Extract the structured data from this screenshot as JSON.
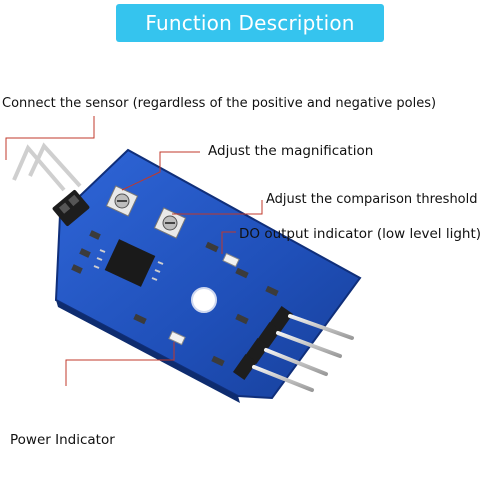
{
  "title": "Function Description",
  "labels": {
    "connect_sensor": "Connect the sensor (regardless of the positive and negative poles)",
    "adjust_magnification": "Adjust the magnification",
    "adjust_threshold": "Adjust the comparison threshold",
    "do_indicator": "DO output indicator (low level light)",
    "power_indicator": "Power Indicator"
  },
  "colors": {
    "header": "#35c4ee",
    "pcb": "#1f4fb8",
    "leader": "#c0392b",
    "pin": "#c9c9c9"
  }
}
